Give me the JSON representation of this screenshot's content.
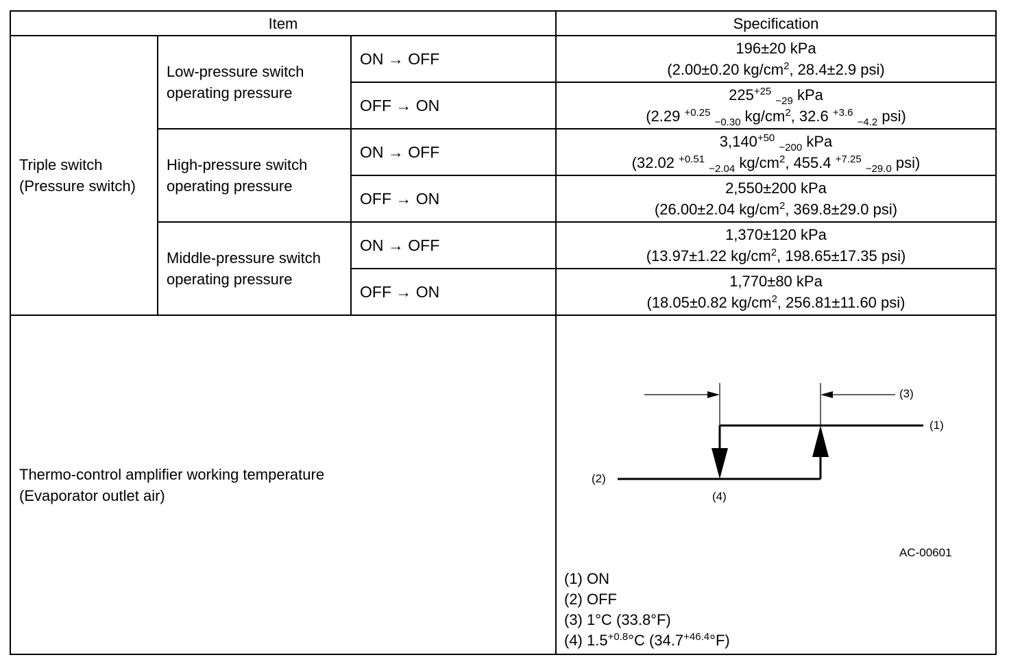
{
  "header": {
    "item": "Item",
    "specification": "Specification"
  },
  "triple_switch": {
    "line1": "Triple switch",
    "line2": "(Pressure switch)"
  },
  "low_pressure": {
    "line1": "Low-pressure switch",
    "line2": "operating pressure"
  },
  "high_pressure": {
    "line1": "High-pressure switch",
    "line2": "operating pressure"
  },
  "middle_pressure": {
    "line1": "Middle-pressure switch",
    "line2": "operating pressure"
  },
  "states": {
    "on_off": "ON → OFF",
    "off_on": "OFF → ON"
  },
  "specs": {
    "low_on_off": {
      "l1": "196±20 kPa",
      "l2a": "(2.00±0.20 kg/cm",
      "l2sup": "2",
      "l2b": ", 28.4±2.9 psi)"
    },
    "low_off_on": {
      "l1a": "225",
      "l1sup": "+25",
      "l1sub": "−29",
      "l1b": " kPa",
      "l2a": "(2.29 ",
      "l2sup1": "+0.25",
      "l2sub1": "−0.30",
      "l2b": " kg/cm",
      "l2sup2": "2",
      "l2c": ", 32.6 ",
      "l2sup3": "+3.6",
      "l2sub3": "−4.2",
      "l2d": " psi)"
    },
    "high_on_off": {
      "l1a": "3,140",
      "l1sup": "+50",
      "l1sub": "−200",
      "l1b": " kPa",
      "l2a": "(32.02 ",
      "l2sup1": "+0.51",
      "l2sub1": "−2.04",
      "l2b": " kg/cm",
      "l2sup2": "2",
      "l2c": ", 455.4 ",
      "l2sup3": "+7.25",
      "l2sub3": "−29.0",
      "l2d": " psi)"
    },
    "high_off_on": {
      "l1": "2,550±200 kPa",
      "l2a": "(26.00±2.04 kg/cm",
      "l2sup": "2",
      "l2b": ", 369.8±29.0 psi)"
    },
    "mid_on_off": {
      "l1": "1,370±120 kPa",
      "l2a": "(13.97±1.22 kg/cm",
      "l2sup": "2",
      "l2b": ", 198.65±17.35 psi)"
    },
    "mid_off_on": {
      "l1": "1,770±80 kPa",
      "l2a": "(18.05±0.82 kg/cm",
      "l2sup": "2",
      "l2b": ", 256.81±11.60 psi)"
    }
  },
  "thermo": {
    "line1": "Thermo-control amplifier working temperature",
    "line2": "(Evaporator outlet air)"
  },
  "diagram": {
    "label1": "(1)",
    "label2": "(2)",
    "label3": "(3)",
    "label4": "(4)",
    "figure_id": "AC-00601"
  },
  "legend": {
    "item1": "(1) ON",
    "item2": "(2) OFF",
    "item3": "(3) 1°C (33.8°F)",
    "item4a": "(4) 1.5",
    "item4sup1": "+0.8",
    "item4b": "°C (34.7",
    "item4sup2": "+46.4",
    "item4c": "°F)"
  }
}
